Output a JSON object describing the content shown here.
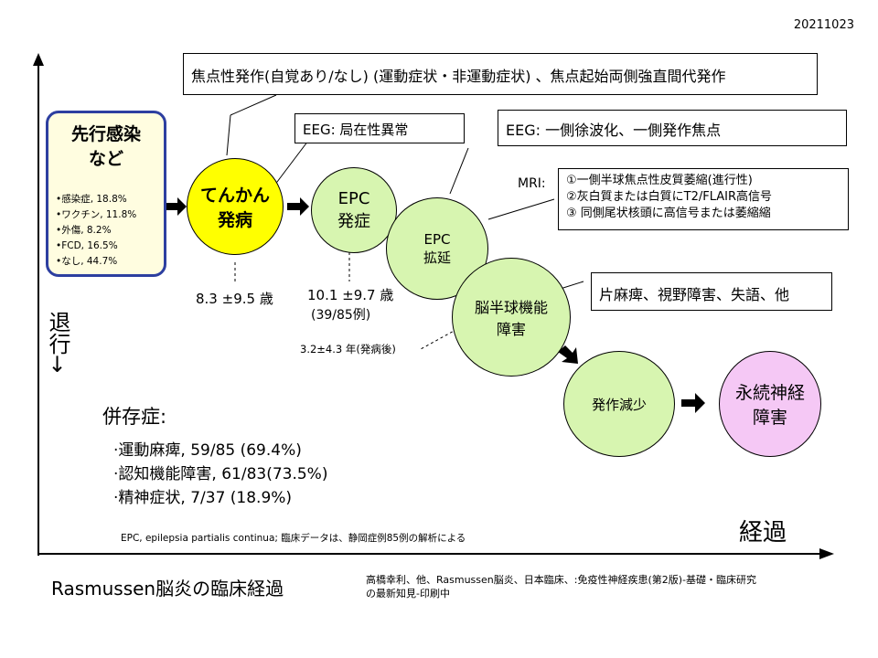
{
  "date_label": "20211023",
  "axes": {
    "y_label": "退行→",
    "x_label": "経過"
  },
  "prior": {
    "title_line1": "先行感染",
    "title_line2": "など",
    "items": [
      "•感染症, 18.8%",
      "•ワクチン, 11.8%",
      "•外傷, 8.2%",
      "•FCD, 16.5%",
      "•なし, 44.7%"
    ]
  },
  "nodes": {
    "onset": {
      "line1": "てんかん",
      "line2": "発病"
    },
    "epc_onset": {
      "line1": "EPC",
      "line2": "発症"
    },
    "epc_spread": {
      "line1": "EPC",
      "line2": "拡延"
    },
    "hemi": {
      "line1": "脳半球機能",
      "line2": "障害"
    },
    "seizure_decrease": {
      "label": "発作減少"
    },
    "permanent": {
      "line1": "永続神経",
      "line2": "障害"
    }
  },
  "annotations": {
    "focal_seizure": "焦点性発作(自覚あり/なし) (運動症状・非運動症状) 、焦点起始両側強直間代発作",
    "eeg_local": "EEG: 局在性異常",
    "eeg_slow": "EEG: 一側徐波化、一側発作焦点",
    "mri_label": "MRI:",
    "mri_items": [
      "①一側半球焦点性皮質萎縮(進行性)",
      "②灰白質または白質にT2/FLAIR高信号",
      "③ 同側尾状核頭に高信号または萎縮縮"
    ],
    "deficits": "片麻痺、視野障害、失語、他"
  },
  "ages": {
    "onset_age": "8.3 ±9.5 歳",
    "epc_age": "10.1 ±9.7 歳",
    "epc_ratio": "(39/85例)",
    "hemi_years": "3.2±4.3 年(発病後)"
  },
  "comorbidity": {
    "title": "併存症:",
    "items": [
      "·運動麻痺, 59/85 (69.4%)",
      "·認知機能障害, 61/83(73.5%)",
      "·精神症状, 7/37 (18.9%)"
    ]
  },
  "footnote": "EPC, epilepsia  partialis continua; 臨床データは、静岡症例85例の解析による",
  "footer": {
    "title": "Rasmussen脳炎の臨床経過",
    "citation_line1": "高橋幸利、他、Rasmussen脳炎、日本臨床、:免疫性神経疾患(第2版)-基礎・臨床研究",
    "citation_line2": "の最新知見-印刷中"
  },
  "colors": {
    "prior_border": "#2d3fa0",
    "prior_bg": "#fffde0",
    "onset": "#ffff00",
    "green": "#d7f5b0",
    "permanent": "#f5c8f5"
  }
}
